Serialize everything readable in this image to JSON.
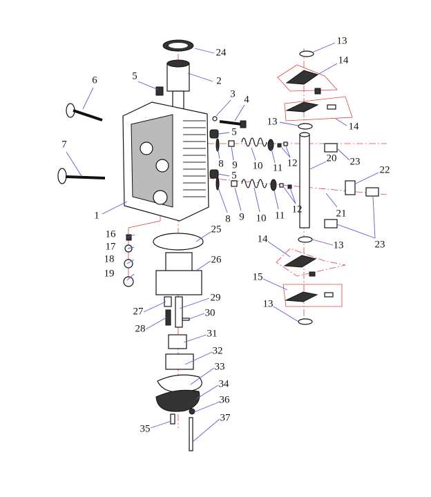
{
  "diagram": {
    "title": "",
    "callouts": [
      "24",
      "2",
      "5",
      "6",
      "3",
      "4",
      "5",
      "7",
      "8",
      "9",
      "10",
      "11",
      "12",
      "13",
      "13",
      "14",
      "14",
      "20",
      "23",
      "22",
      "21",
      "23",
      "5",
      "8",
      "9",
      "10",
      "11",
      "12",
      "1",
      "16",
      "17",
      "18",
      "19",
      "25",
      "26",
      "27",
      "28",
      "29",
      "30",
      "31",
      "32",
      "33",
      "34",
      "35",
      "36",
      "37",
      "13",
      "14",
      "15",
      "13"
    ]
  },
  "colors": {
    "leader": "#5a5ad0",
    "centerline": "#e04040",
    "ink": "#111111"
  }
}
